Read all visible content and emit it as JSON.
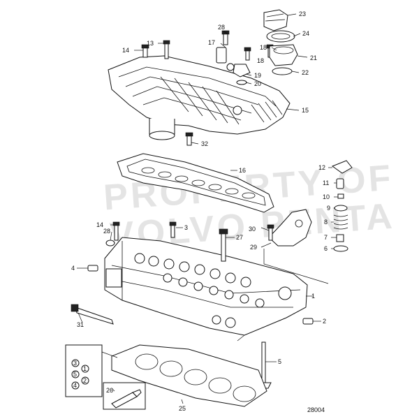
{
  "watermark": {
    "line1": "PROPERTY OF",
    "line2": "VOLVO PENTA"
  },
  "figure_id": "28004",
  "callouts": {
    "c23": "23",
    "c24": "24",
    "c18a": "18",
    "c18b": "18",
    "c21": "21",
    "c22": "22",
    "c28a": "28",
    "c17": "17",
    "c13": "13",
    "c14a": "14",
    "c19": "19",
    "c20": "20",
    "c15": "15",
    "c32": "32",
    "c16": "16",
    "c12": "12",
    "c11": "11",
    "c10": "10",
    "c9": "9",
    "c8": "8",
    "c7": "7",
    "c6": "6",
    "c14b": "14",
    "c28b": "28",
    "c3": "3",
    "c30": "30",
    "c27": "27",
    "c29": "29",
    "c4": "4",
    "c1": "1",
    "c31": "31",
    "c2": "2",
    "c5": "5",
    "c25": "25",
    "c26": "26"
  },
  "inset_sequence": [
    "3",
    "5",
    "1",
    "4",
    "2"
  ]
}
